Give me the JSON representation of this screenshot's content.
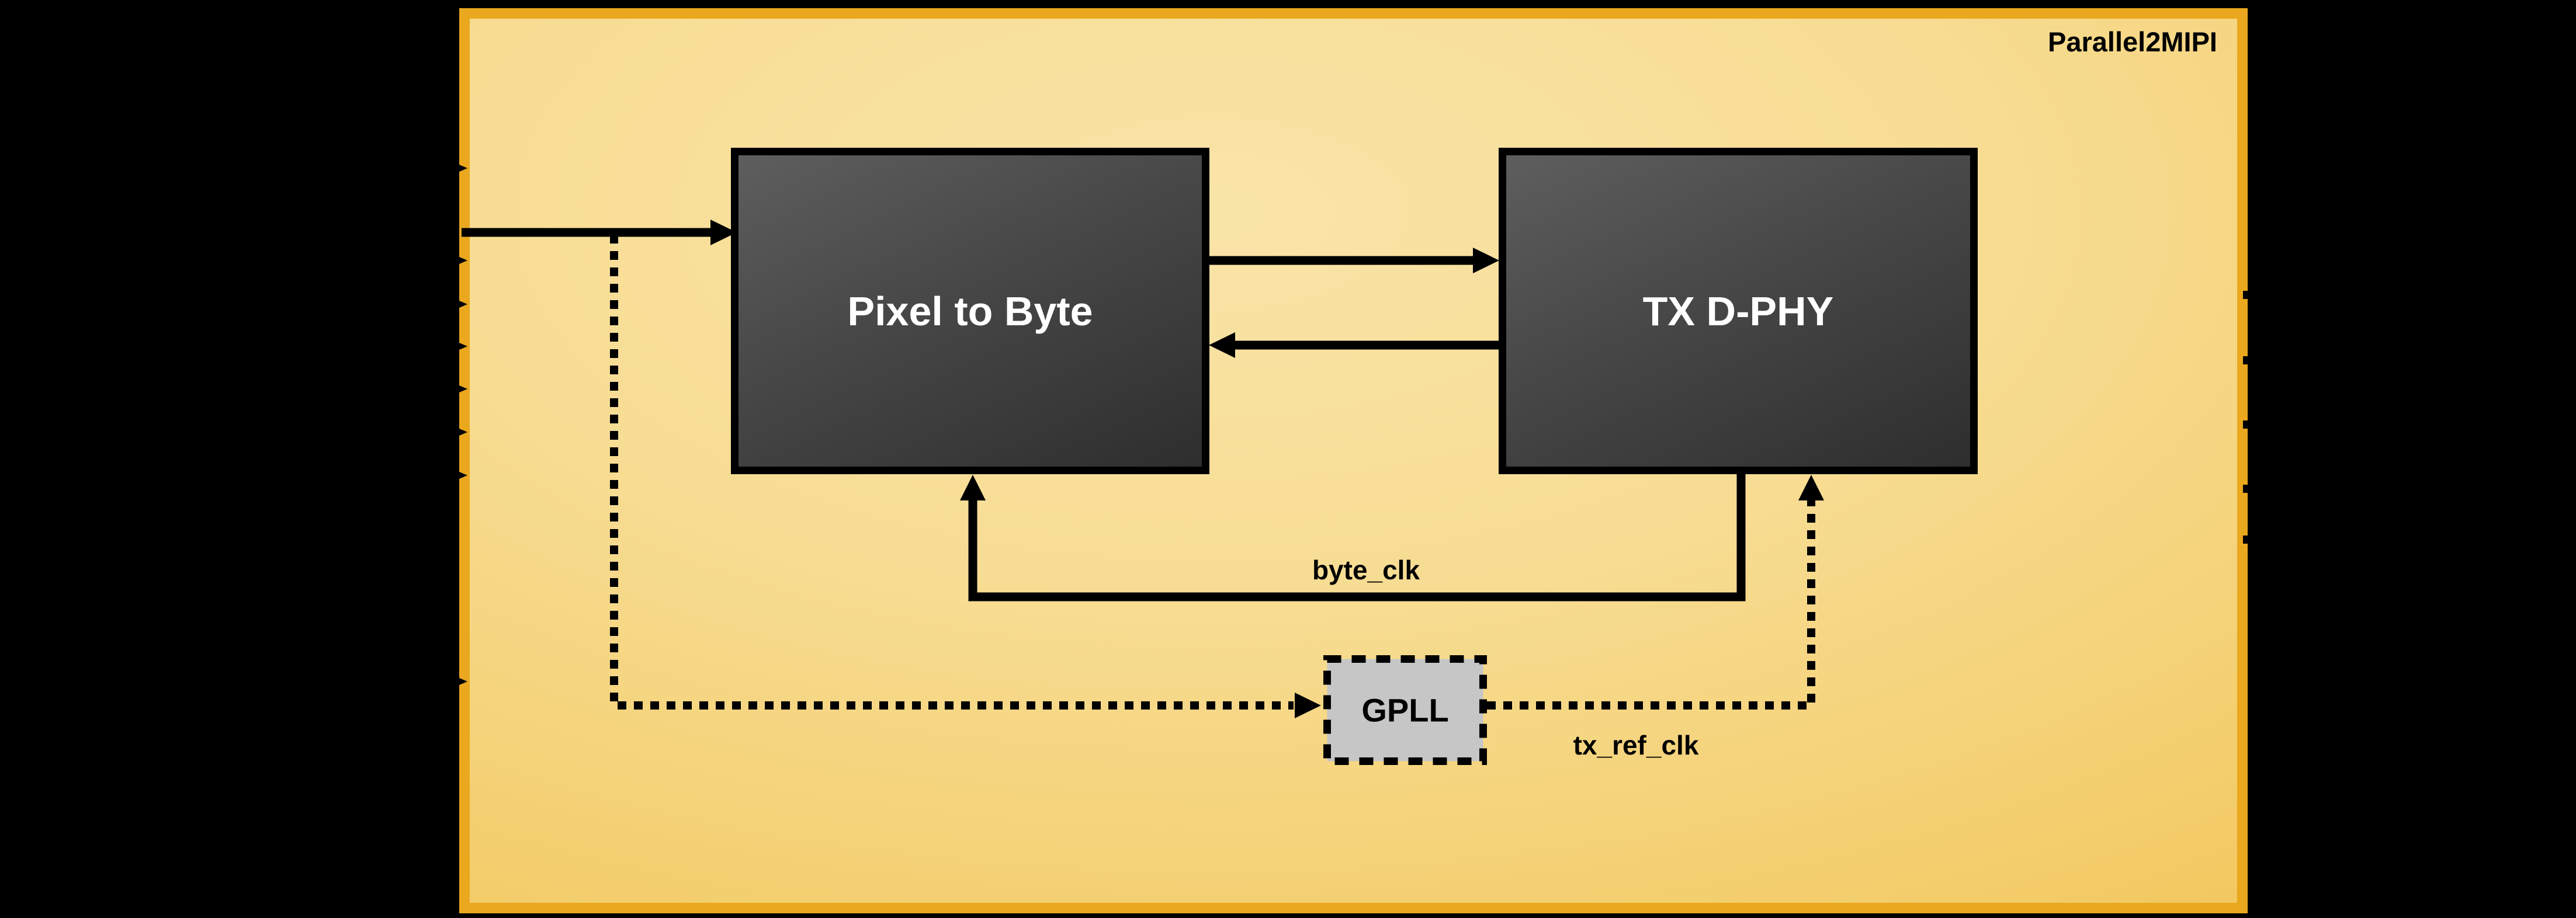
{
  "diagram": {
    "title": "Parallel2MIPI",
    "blocks": {
      "pixel_to_byte": {
        "label": "Pixel to Byte"
      },
      "tx_dphy": {
        "label": "TX D-PHY"
      },
      "gpll": {
        "label": "GPLL"
      }
    },
    "signals": {
      "byte_clk": {
        "label": "byte_clk",
        "line_style": "solid"
      },
      "tx_ref_clk": {
        "label": "tx_ref_clk",
        "line_style": "dashed"
      }
    },
    "icons": {
      "arrowhead": "solid black triangle",
      "left_input_arrowheads": "small right-pointing triangles on left border",
      "right_output_stubs": "small square line stubs on right border"
    },
    "markers": {
      "left_input_arrowhead_count": 8,
      "right_output_stub_count": 5
    },
    "colors": {
      "background": "#000000",
      "panel_border": "#EAA81E",
      "panel_gradient_light": "#F9E4A8",
      "panel_gradient_dark": "#E9A929",
      "block_fill_top": "#5E5E5E",
      "block_fill_bottom": "#2E2E2E",
      "block_text": "#FFFFFF",
      "gpll_fill": "#C6C6C6",
      "wire": "#000000"
    }
  }
}
